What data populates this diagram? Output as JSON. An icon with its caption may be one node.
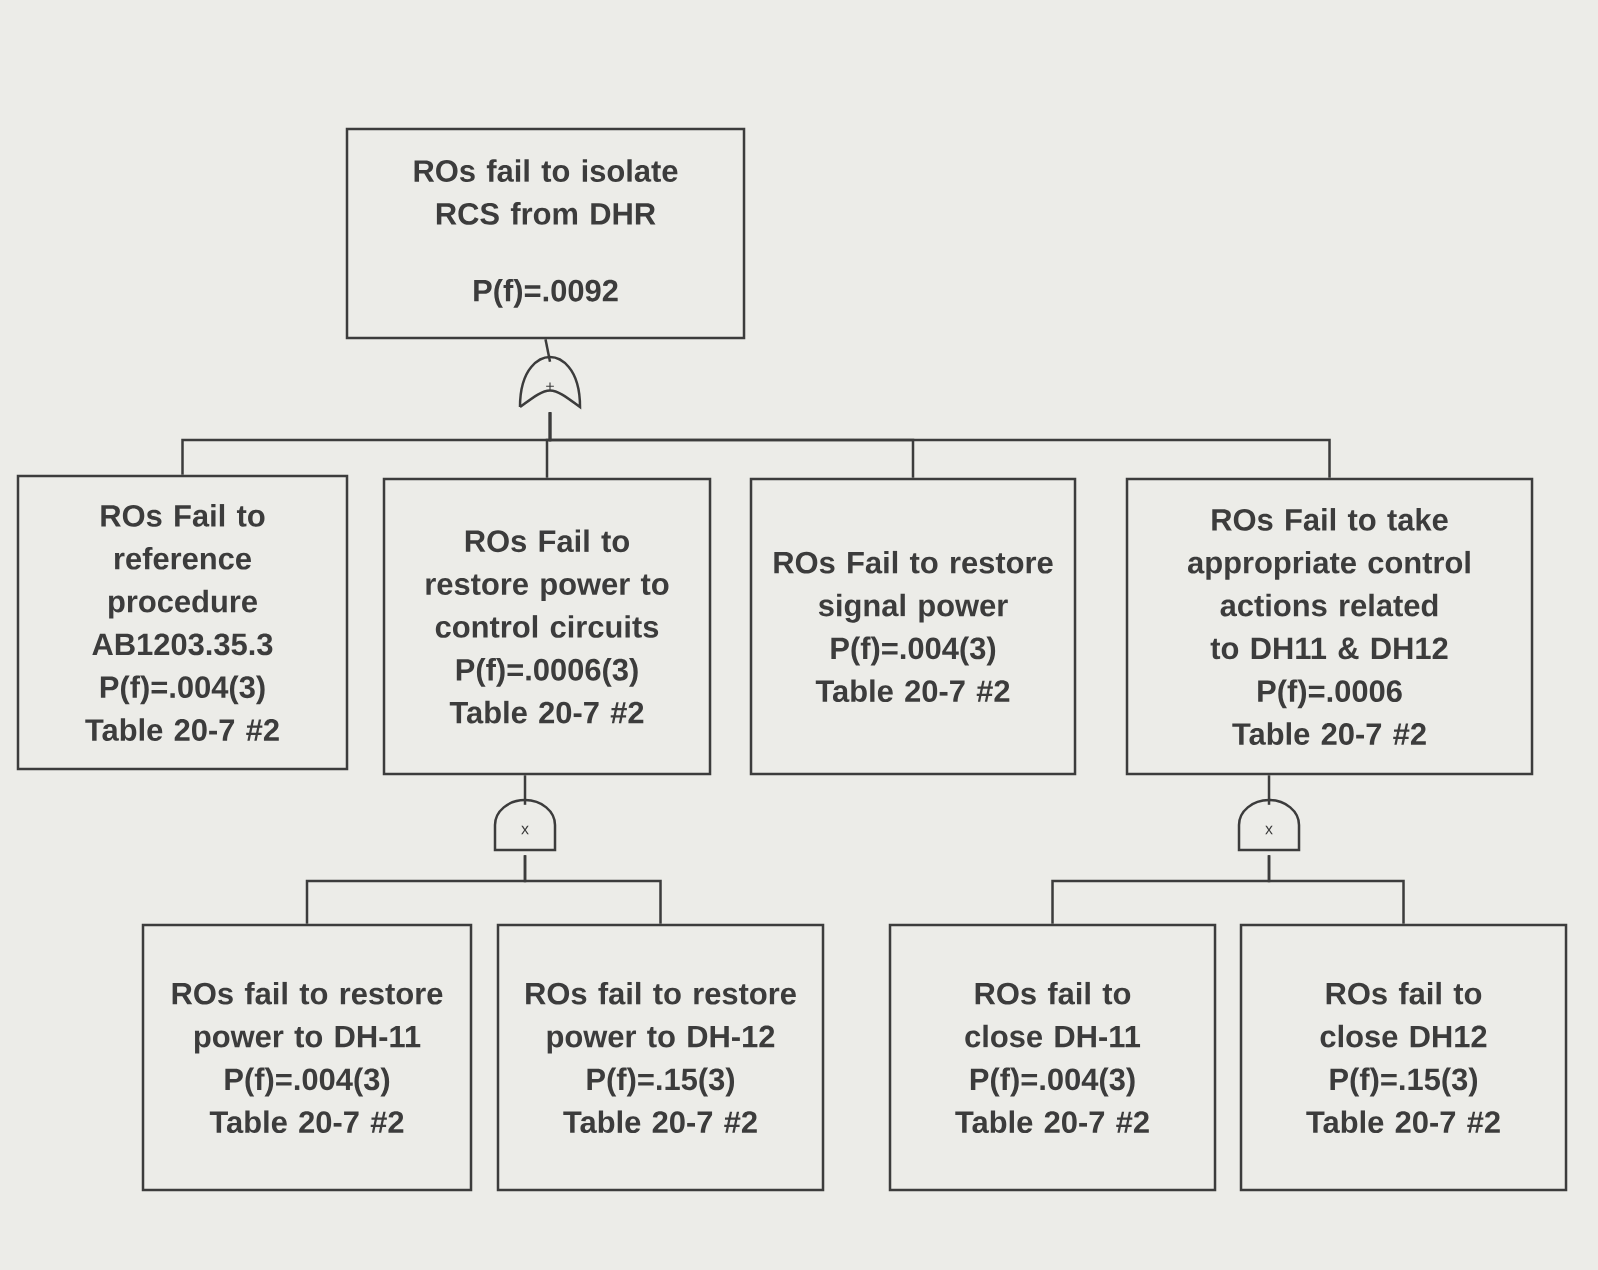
{
  "diagram": {
    "nodes": [
      {
        "text": [
          "ROs fail to isolate RCS from DHR",
          "P(f)=.0092"
        ]
      },
      {
        "text": [
          "+"
        ]
      },
      {
        "text": [
          "ROs Fail to reference procedure AB1203.35.3",
          "P(f)=.004(3)",
          "Table 20-7 #2"
        ]
      },
      {
        "text": [
          "ROs Fail to restore power to control circuits",
          "P(f)=.0006(3)",
          "Table 20-7 #2"
        ]
      },
      {
        "text": [
          "ROs Fail to restore signal power",
          "P(f)=.004(3)",
          "Table 20-7 #2"
        ]
      },
      {
        "text": [
          "ROs Fail to take appropriate control actions related to DH11 & DH12",
          "P(f)=.0006",
          "Table 20-7 #2"
        ]
      },
      {
        "text": [
          "x"
        ]
      },
      {
        "text": [
          "x"
        ]
      },
      {
        "text": [
          "ROs fail to restore power to DH-11",
          "P(f)=.004(3)",
          "Table 20-7 #2"
        ]
      },
      {
        "text": [
          "ROs fail to restore power to DH-12",
          "P(f)=.15(3)",
          "Table 20-7 #2"
        ]
      },
      {
        "text": [
          "ROs fail to close DH-11",
          "P(f)=.004(3)",
          "Table 20-7 #2"
        ]
      },
      {
        "text": [
          "ROs fail to close DH12",
          "P(f)=.15(3)",
          "Table 20-7 #2"
        ]
      }
    ],
    "edges": [
      {
        "from": 1,
        "to": 0,
        "arrow": "none"
      },
      {
        "from": 1,
        "to": 2,
        "arrow": "none"
      },
      {
        "from": 1,
        "to": 3,
        "arrow": "none"
      },
      {
        "from": 1,
        "to": 4,
        "arrow": "none"
      },
      {
        "from": 1,
        "to": 5,
        "arrow": "none"
      },
      {
        "from": 6,
        "to": 3,
        "arrow": "none"
      },
      {
        "from": 6,
        "to": 8,
        "arrow": "none"
      },
      {
        "from": 6,
        "to": 9,
        "arrow": "none"
      },
      {
        "from": 7,
        "to": 5,
        "arrow": "none"
      },
      {
        "from": 7,
        "to": 10,
        "arrow": "none"
      },
      {
        "from": 7,
        "to": 11,
        "arrow": "none"
      }
    ]
  }
}
